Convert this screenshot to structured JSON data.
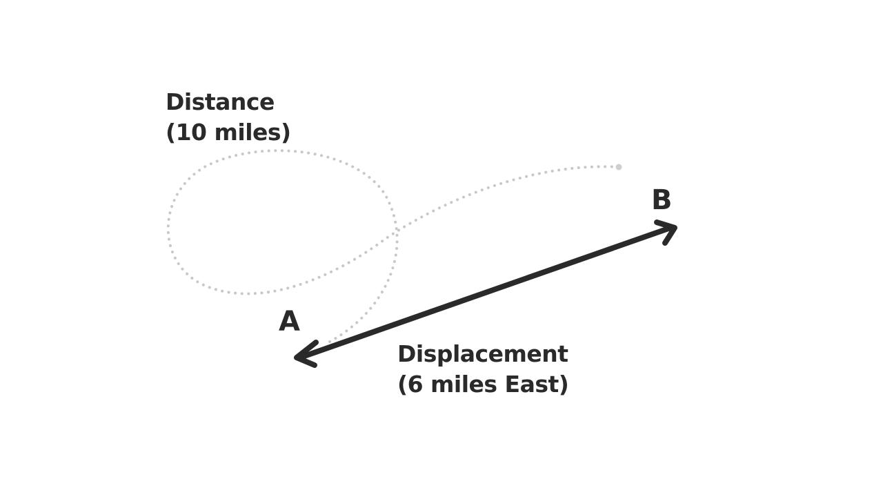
{
  "labels": {
    "distance_title": "Distance",
    "distance_value": "(10 miles)",
    "displacement_title": "Displacement",
    "displacement_value": "(6 miles East)",
    "point_a": "A",
    "point_b": "B"
  },
  "colors": {
    "text": "#2a2a2a",
    "arrow": "#2a2a2a",
    "path_dots": "#c8c8c8",
    "background": "#ffffff"
  }
}
